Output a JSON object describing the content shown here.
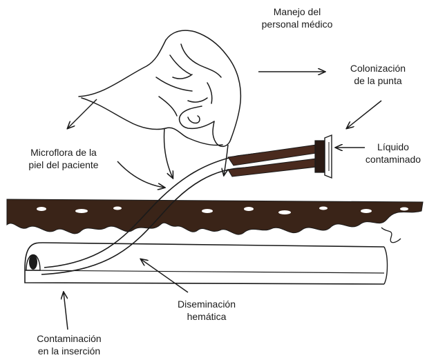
{
  "labels": {
    "handling": [
      "Manejo del",
      "personal médico"
    ],
    "tip_colonization": [
      "Colonización",
      "de la punta"
    ],
    "skin_microflora": [
      "Microflora de la",
      "piel del paciente"
    ],
    "contaminated_liquid": [
      "Líquido",
      "contaminado"
    ],
    "hematic_spread": [
      "Diseminación",
      "hemática"
    ],
    "insertion_contamination": [
      "Contaminación",
      "en la inserción"
    ]
  },
  "icons": {
    "hand": "hand-icon",
    "catheter": "catheter-icon",
    "skin": "skin-layer",
    "vessel": "blood-vessel"
  },
  "colors": {
    "ink": "#1a1a1a",
    "skin": "#3a2418",
    "catheter_tip": "#4a2a1e",
    "background": "#ffffff"
  }
}
